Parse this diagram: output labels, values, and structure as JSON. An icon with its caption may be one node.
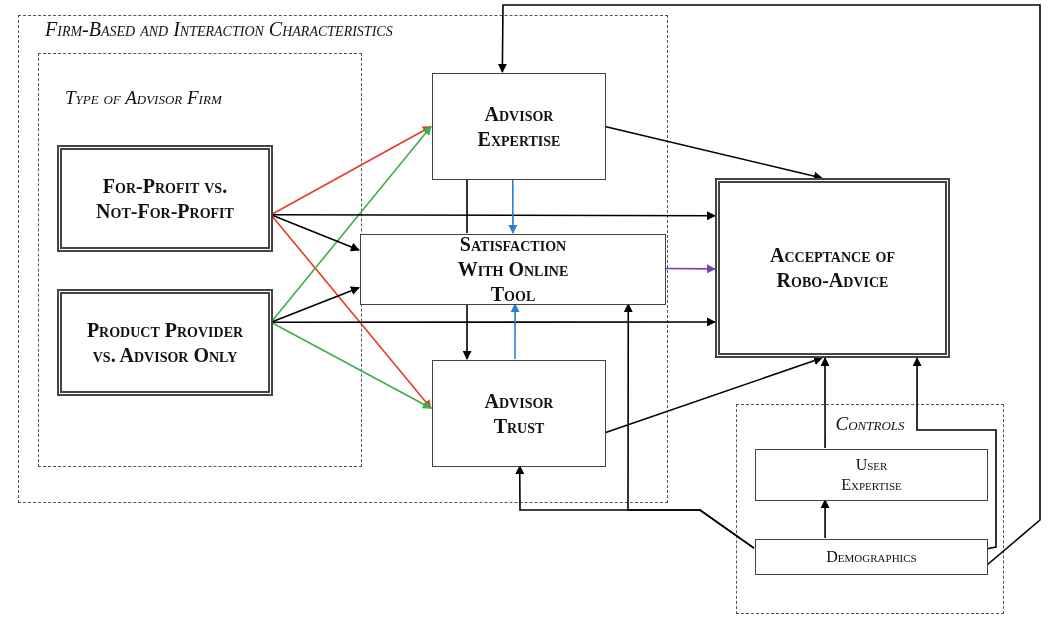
{
  "diagram": {
    "nodes": [
      {
        "text": [
          "Firm-Based and Interaction Characteristics"
        ]
      },
      {
        "text": [
          "Type of Advisor Firm"
        ],
        "in": 0
      },
      {
        "text": [
          "For-Profit vs. Not-For-Profit"
        ],
        "in": 1
      },
      {
        "text": [
          "Product Provider vs. Advisor Only"
        ],
        "in": 1
      },
      {
        "text": [
          "Advisor Expertise"
        ],
        "in": 0
      },
      {
        "text": [
          "Satisfaction With Online Tool"
        ],
        "in": 0
      },
      {
        "text": [
          "Advisor Trust"
        ],
        "in": 0
      },
      {
        "text": [
          "Acceptance of Robo-Advice"
        ]
      },
      {
        "text": [
          "Controls"
        ]
      },
      {
        "text": [
          "User Expertise"
        ],
        "in": 8
      },
      {
        "text": [
          "Demographics"
        ],
        "in": 8
      }
    ],
    "edges": [
      {
        "from": 2,
        "to": 4,
        "arrow": "to",
        "color": "#e8392b"
      },
      {
        "from": 2,
        "to": 6,
        "arrow": "to",
        "color": "#e8392b"
      },
      {
        "from": 3,
        "to": 4,
        "arrow": "to",
        "color": "#3fae49"
      },
      {
        "from": 3,
        "to": 6,
        "arrow": "to",
        "color": "#3fae49"
      },
      {
        "from": 2,
        "to": 5,
        "arrow": "to"
      },
      {
        "from": 3,
        "to": 5,
        "arrow": "to"
      },
      {
        "from": 2,
        "to": 7,
        "arrow": "to"
      },
      {
        "from": 3,
        "to": 7,
        "arrow": "to"
      },
      {
        "from": 4,
        "to": 7,
        "arrow": "to"
      },
      {
        "from": 4,
        "to": 5,
        "arrow": "to",
        "color": "#2a7fd4"
      },
      {
        "from": 6,
        "to": 5,
        "arrow": "to",
        "color": "#2a7fd4"
      },
      {
        "from": 4,
        "to": 5,
        "arrow": "none"
      },
      {
        "from": 5,
        "to": 6,
        "arrow": "to"
      },
      {
        "from": 5,
        "to": 7,
        "arrow": "to",
        "color": "#7b3fb5"
      },
      {
        "from": 6,
        "to": 7,
        "arrow": "to"
      },
      {
        "from": 9,
        "to": 7,
        "arrow": "to"
      },
      {
        "from": 10,
        "to": 7,
        "arrow": "to"
      },
      {
        "from": 10,
        "to": 9,
        "arrow": "to"
      },
      {
        "from": 10,
        "to": 6,
        "arrow": "to"
      },
      {
        "from": 10,
        "to": 5,
        "arrow": "to"
      },
      {
        "from": 10,
        "to": 4,
        "arrow": "to"
      }
    ]
  }
}
